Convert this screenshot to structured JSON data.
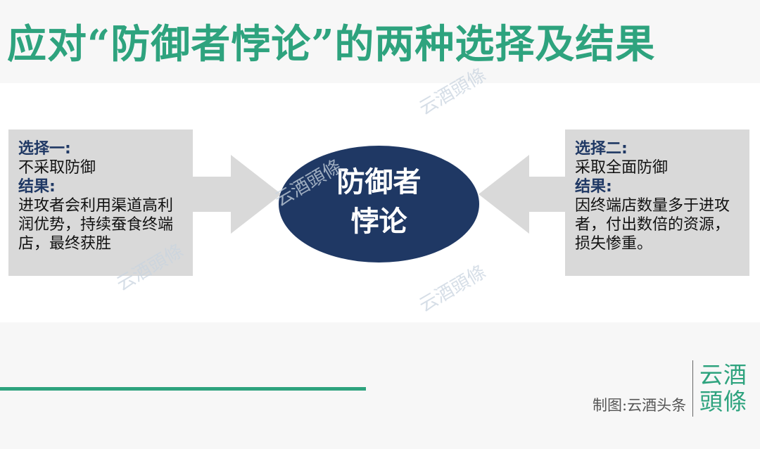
{
  "title": "应对“防御者悖论”的两种选择及结果",
  "left_box": {
    "choice_label": "选择一:",
    "choice_text": "不采取防御",
    "result_label": "结果:",
    "result_text": "进攻者会利用渠道高利润优势，持续蚕食终端店，最终获胜"
  },
  "right_box": {
    "choice_label": "选择二:",
    "choice_text": "采取全面防御",
    "result_label": "结果:",
    "result_text": "因终端店数量多于进攻者，付出数倍的资源，损失惨重。"
  },
  "center": {
    "line1": "防御者",
    "line2": "悖论"
  },
  "watermark": "云酒頭條",
  "credit": "制图:云酒头条",
  "logo": {
    "line1": "云酒",
    "line2": "頭條"
  },
  "colors": {
    "accent": "#2ea37e",
    "navy": "#1f3864",
    "box": "#d9d9d9"
  }
}
